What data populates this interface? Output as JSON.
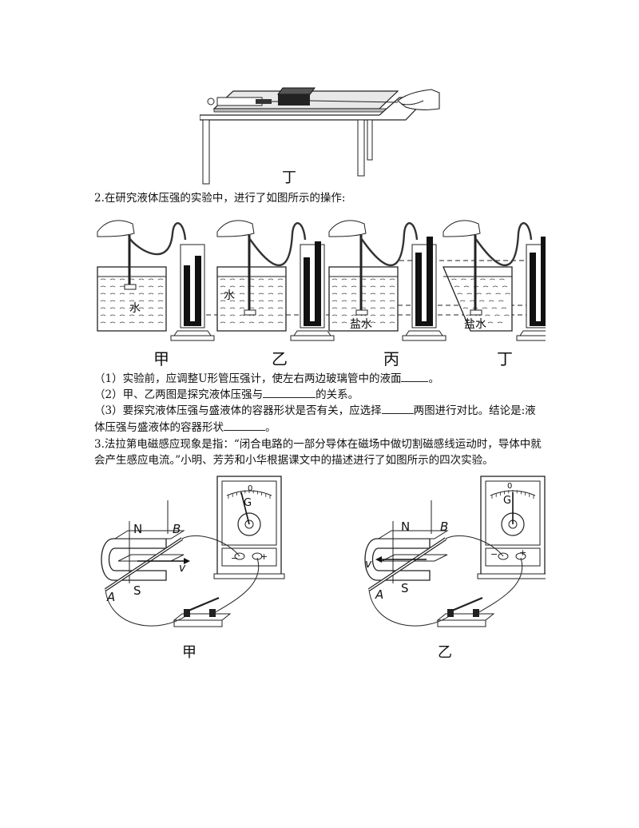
{
  "figure_top": {
    "label": "丁"
  },
  "q2": {
    "stem": "2.在研究液体压强的实验中，进行了如图所示的操作:",
    "beaker_labels": [
      "水",
      "水",
      "盐水",
      "盐水"
    ],
    "panel_labels": [
      "甲",
      "乙",
      "丙",
      "丁"
    ],
    "sub1_pre": "（1）实验前，应调整U形管压强计，使左右两边玻璃管中的液面",
    "sub1_post": "。",
    "sub2_pre": "（2）甲、乙两图是探究液体压强与",
    "sub2_post": "的关系。",
    "sub3_pre": "（3）要探究液体压强与盛液体的容器形状是否有关，应选择",
    "sub3_mid": "两图进行对比。结论是:液体压强与盛液体的容器形状",
    "sub3_post": "。"
  },
  "q3": {
    "stem": "3.法拉第电磁感应现象是指：“闭合电路的一部分导体在磁场中做切割磁感线运动时，导体中就会产生感应电流。”小明、芳芳和小华根据课文中的描述进行了如图所示的四次实验。",
    "left": {
      "pole_n": "N",
      "pole_s": "S",
      "rod_a": "A",
      "rod_b": "B",
      "velocity": "v",
      "meter": "G",
      "zero": "0",
      "minus": "−",
      "plus": "+",
      "panel": "甲"
    },
    "right": {
      "pole_n": "N",
      "pole_s": "S",
      "rod_a": "A",
      "rod_b": "B",
      "velocity": "v",
      "meter": "G",
      "zero": "0",
      "minus": "−",
      "plus": "+",
      "panel": "乙"
    }
  }
}
